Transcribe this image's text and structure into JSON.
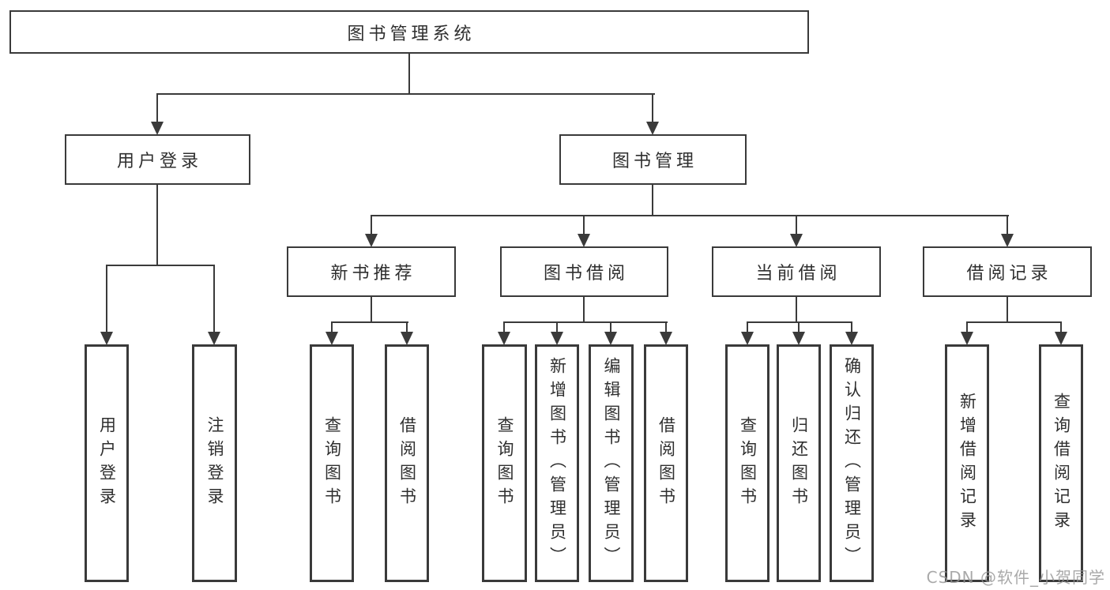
{
  "watermark": "CSDN @软件_小贺同学",
  "nodes": {
    "root": {
      "label": "图书管理系统"
    },
    "user_login": {
      "label": "用户登录"
    },
    "book_mgmt": {
      "label": "图书管理"
    },
    "leaf_user_login": {
      "label": "用户登录"
    },
    "leaf_logout": {
      "label": "注销登录"
    },
    "new_book_rec": {
      "label": "新书推荐"
    },
    "book_borrow": {
      "label": "图书借阅"
    },
    "current_borrow": {
      "label": "当前借阅"
    },
    "borrow_record": {
      "label": "借阅记录"
    },
    "nbr_query_book": {
      "label": "查询图书"
    },
    "nbr_borrow_book": {
      "label": "借阅图书"
    },
    "bb_query_book": {
      "label": "查询图书"
    },
    "bb_add_book": {
      "label": "新增图书（管理员）"
    },
    "bb_edit_book": {
      "label": "编辑图书（管理员）"
    },
    "bb_borrow_book": {
      "label": "借阅图书"
    },
    "cb_query_book": {
      "label": "查询图书"
    },
    "cb_return_book": {
      "label": "归还图书"
    },
    "cb_confirm_return": {
      "label": "确认归还（管理员）"
    },
    "br_add_record": {
      "label": "新增借阅记录"
    },
    "br_query_record": {
      "label": "查询借阅记录"
    }
  },
  "colors": {
    "stroke": "#3a3a3a",
    "text": "#2f2f2f",
    "background": "#ffffff"
  }
}
